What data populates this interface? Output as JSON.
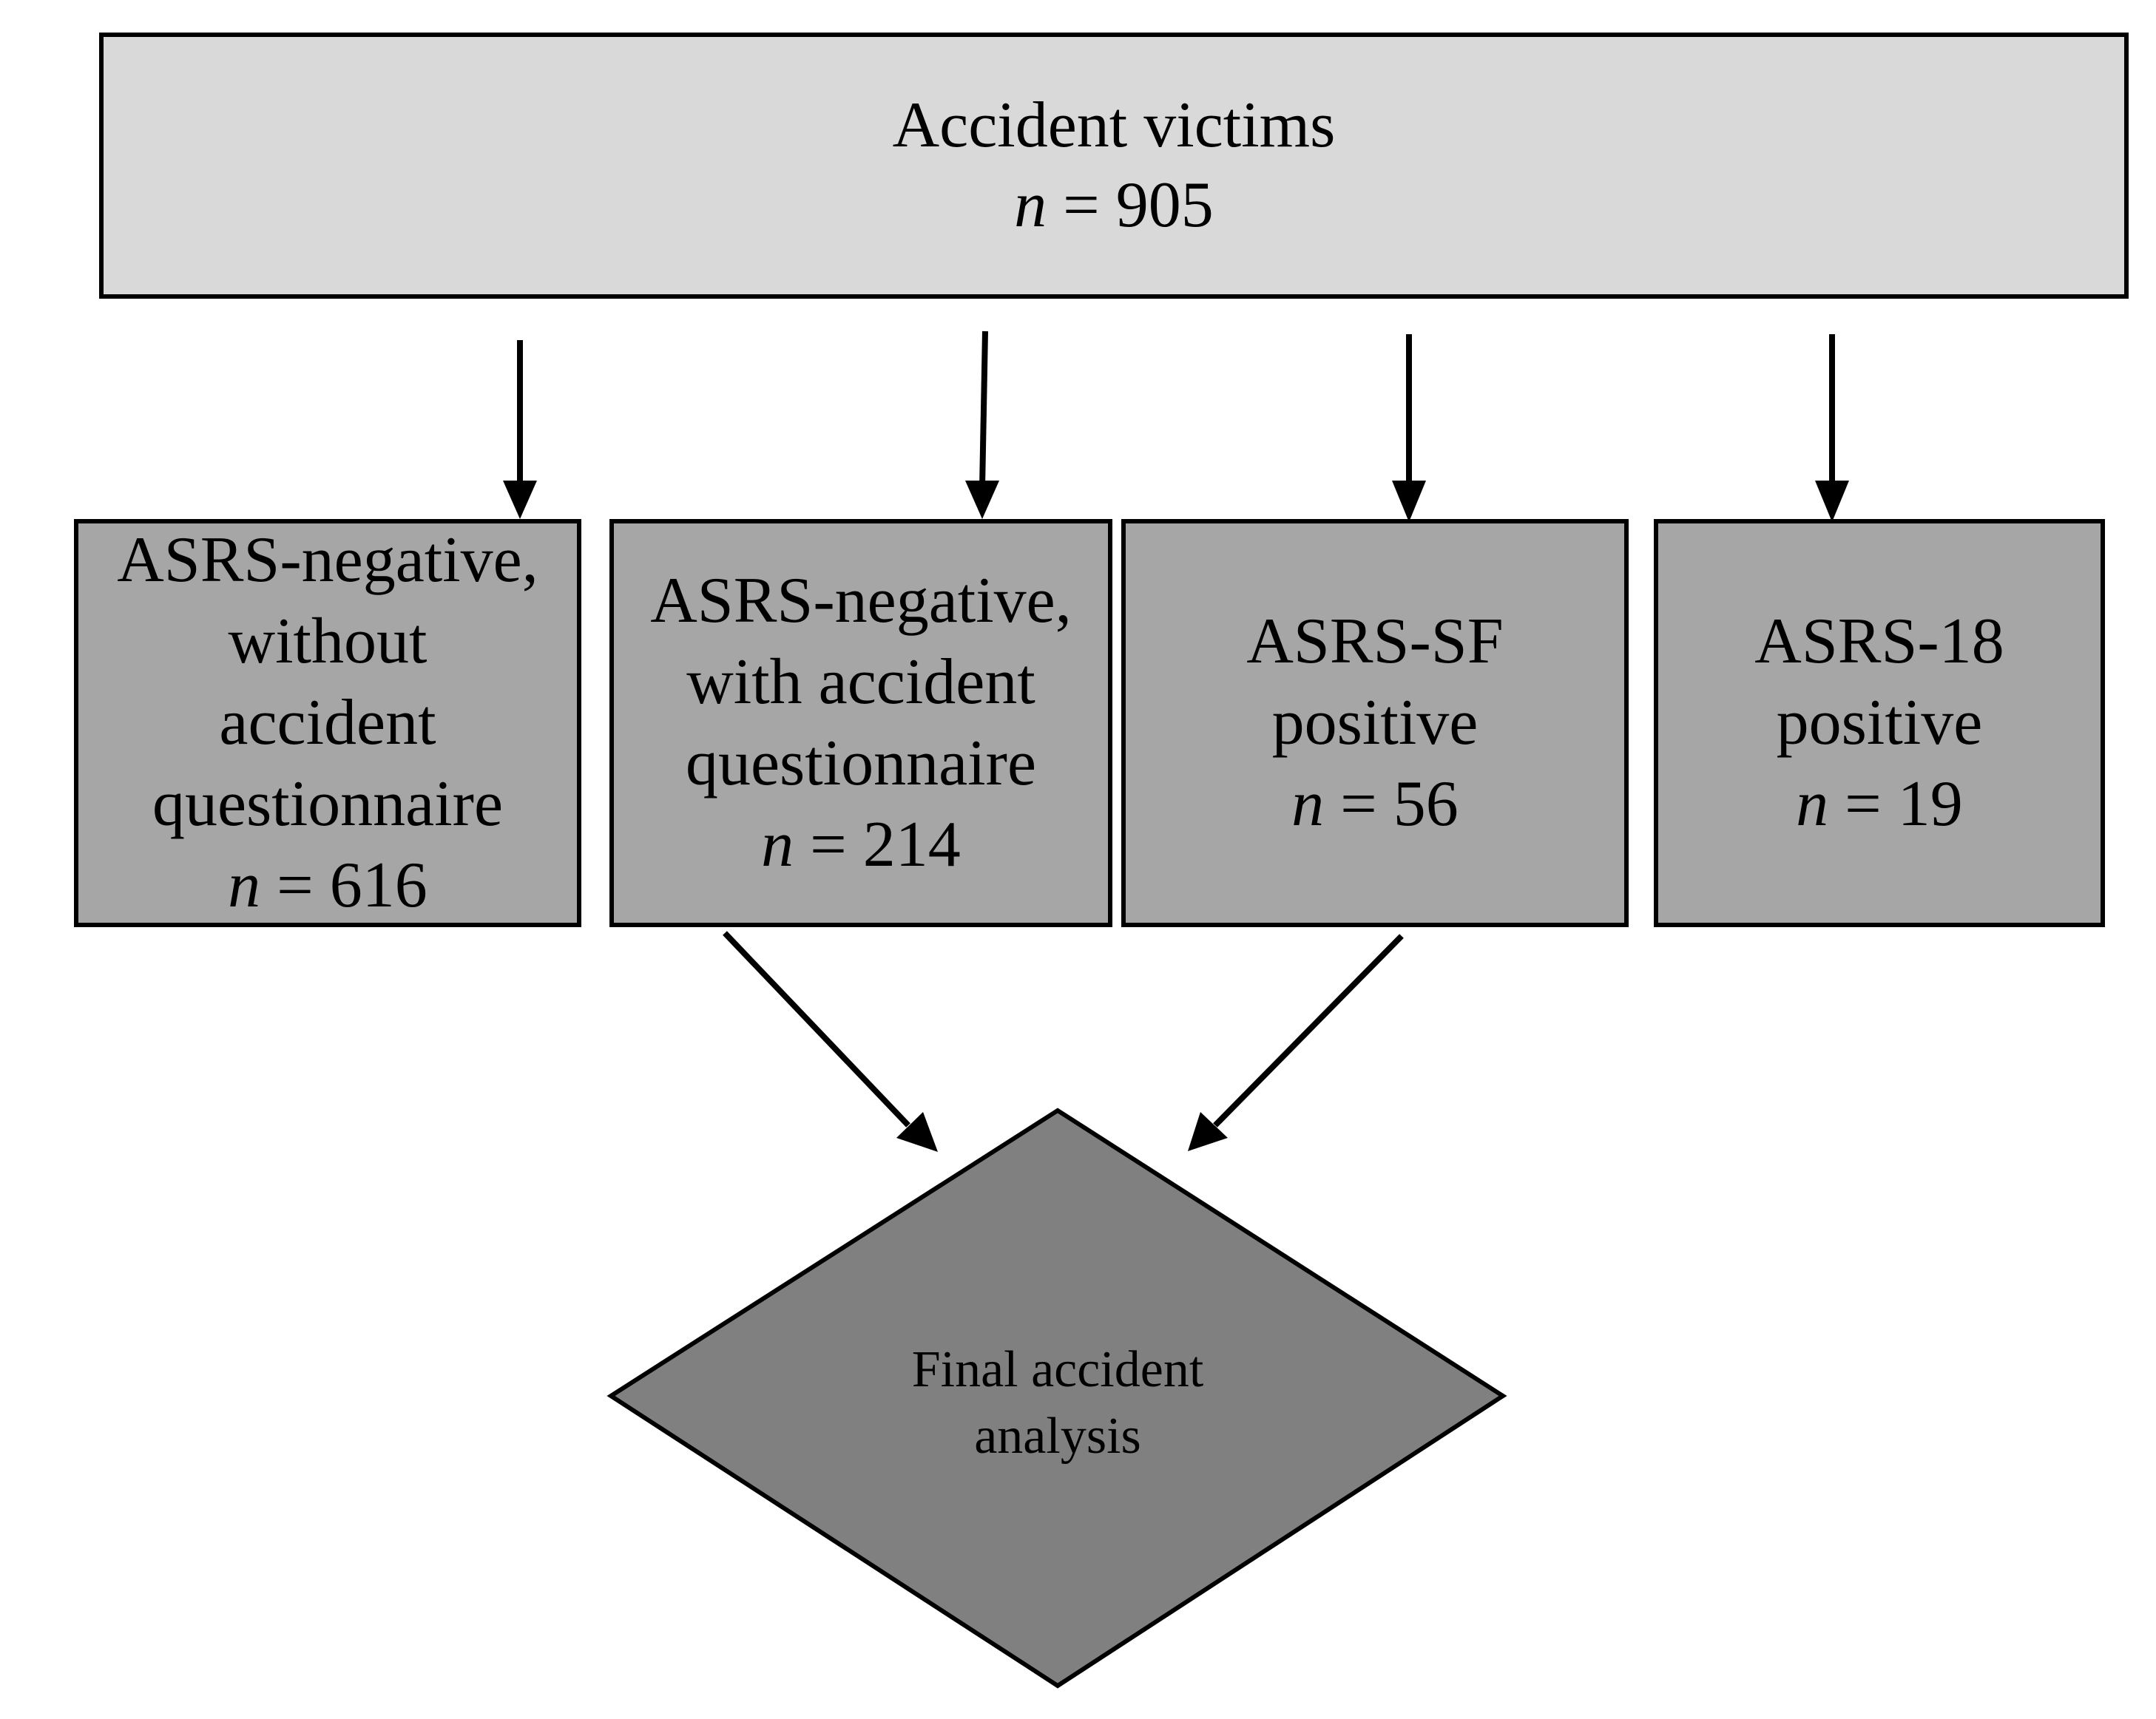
{
  "top_box": {
    "title": "Accident victims",
    "n_symbol": "n",
    "n_value": "= 905"
  },
  "groups": [
    {
      "lines": [
        "ASRS-negative,",
        "without",
        "accident",
        "questionnaire"
      ],
      "n_symbol": "n",
      "n_value": "= 616"
    },
    {
      "lines": [
        "ASRS-negative,",
        "with accident",
        "questionnaire"
      ],
      "n_symbol": "n",
      "n_value": "= 214"
    },
    {
      "lines": [
        "ASRS-SF",
        "positive"
      ],
      "n_symbol": "n",
      "n_value": "= 56"
    },
    {
      "lines": [
        "ASRS-18",
        "positive"
      ],
      "n_symbol": "n",
      "n_value": "= 19"
    }
  ],
  "final": {
    "lines": [
      "Final accident",
      "analysis"
    ]
  },
  "colors": {
    "top_fill": "#d9d9d9",
    "group_fill": "#a6a6a6",
    "diamond_fill": "#808080",
    "stroke": "#000000"
  }
}
